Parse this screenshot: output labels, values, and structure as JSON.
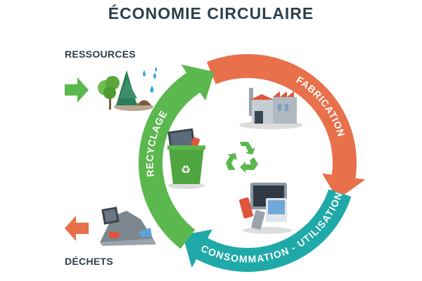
{
  "title": "ÉCONOMIE CIRCULAIRE",
  "inputs": {
    "resources_label": "RESSOURCES",
    "waste_label": "DÉCHETS"
  },
  "stages": [
    {
      "label": "FABRICATION",
      "color": "#e8704a"
    },
    {
      "label": "CONSOMMATION - UTILISATION",
      "color": "#1fa9a8"
    },
    {
      "label": "RECYCLAGE",
      "color": "#5bb84e"
    }
  ],
  "colors": {
    "text": "#2c3f4c",
    "input_arrow": "#5bb84e",
    "output_arrow": "#e8704a"
  }
}
